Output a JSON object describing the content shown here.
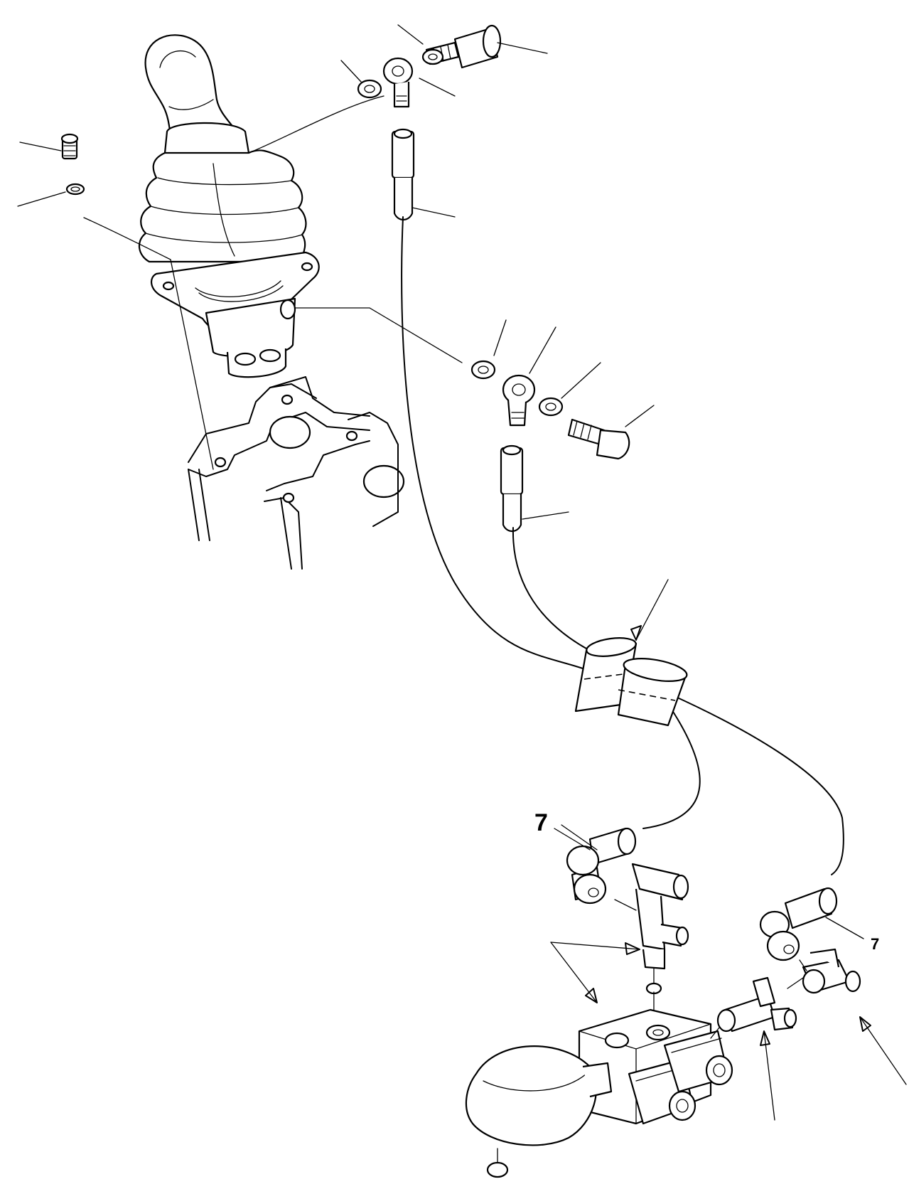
{
  "diagram": {
    "callouts": [
      {
        "id": "callout-a",
        "text": "7"
      },
      {
        "id": "callout-b",
        "text": "7"
      }
    ]
  }
}
